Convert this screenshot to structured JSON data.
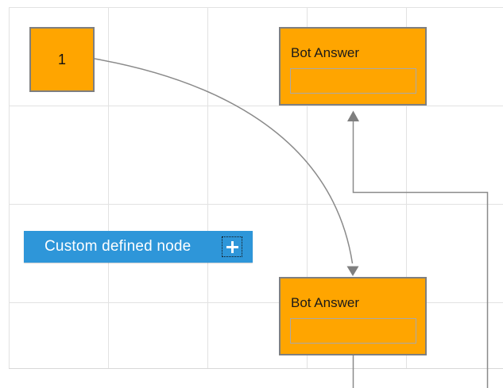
{
  "canvas": {
    "background_color": "#FFFFFF",
    "grid_line_color": "#E2E2E2",
    "grid_edge_color": "#D8D8D8"
  },
  "nodes": {
    "start": {
      "label": "1",
      "fill_color": "#FFA500",
      "border_color": "#7F7F7F"
    },
    "bot_answer_top": {
      "title": "Bot Answer",
      "input_value": "",
      "fill_color": "#FFA500",
      "border_color": "#7F7F7F"
    },
    "bot_answer_bottom": {
      "title": "Bot Answer",
      "input_value": "",
      "fill_color": "#FFA500",
      "border_color": "#7F7F7F"
    },
    "custom_defined": {
      "label": "Custom defined node",
      "fill_color": "#2E96D9",
      "text_color": "#FFFFFF",
      "icon": "plus-icon"
    }
  },
  "connectors": {
    "color": "#8A8A8A",
    "arrowhead_color": "#7F7F7F",
    "items": [
      {
        "from": "start",
        "to": "bot_answer_bottom",
        "style": "curved",
        "arrow": "down"
      },
      {
        "from": "bot_answer_bottom",
        "to": "bot_answer_top",
        "style": "orthogonal",
        "arrow": "up"
      }
    ]
  }
}
